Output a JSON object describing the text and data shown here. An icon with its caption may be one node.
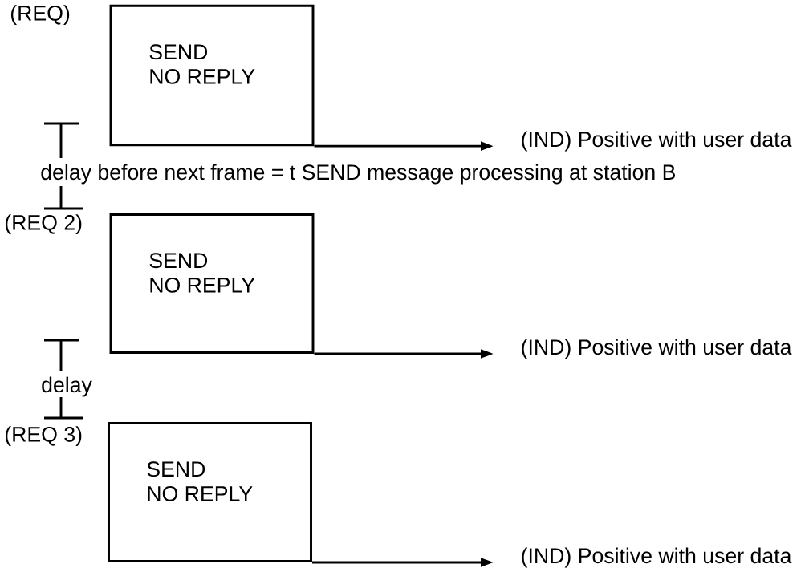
{
  "diagram": {
    "nodes": [
      {
        "text": [
          "(REQ)",
          "SEND NO REPLY"
        ]
      },
      {
        "text": [
          "(IND) Positive with user data"
        ]
      },
      {
        "text": [
          "(REQ 2)",
          "SEND NO REPLY"
        ]
      },
      {
        "text": [
          "(IND) Positive with user data"
        ]
      },
      {
        "text": [
          "(REQ 3)",
          "SEND NO REPLY"
        ]
      },
      {
        "text": [
          "(IND) Positive with user data"
        ]
      }
    ],
    "edges": [
      {
        "from": 0,
        "to": 1,
        "arrow": "to"
      },
      {
        "from": 2,
        "to": 3,
        "arrow": "to"
      },
      {
        "from": 4,
        "to": 5,
        "arrow": "to"
      }
    ],
    "labels": [
      "delay before next frame = t SEND message processing at station B",
      "delay"
    ]
  }
}
